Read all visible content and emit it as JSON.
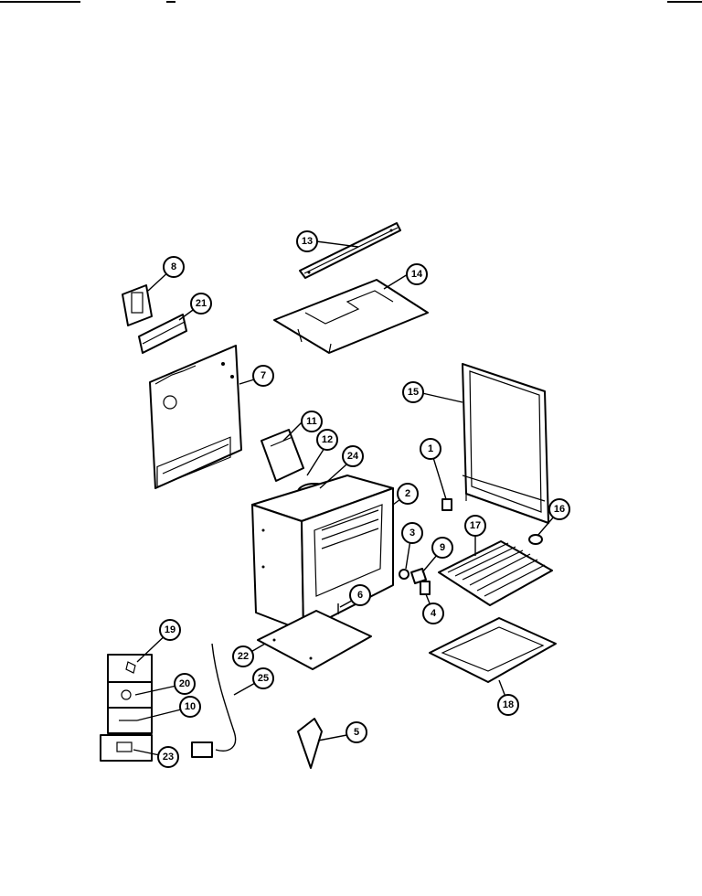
{
  "callouts": [
    {
      "id": "callout-13",
      "label": "13"
    },
    {
      "id": "callout-14",
      "label": "14"
    },
    {
      "id": "callout-8",
      "label": "8"
    },
    {
      "id": "callout-21",
      "label": "21"
    },
    {
      "id": "callout-7",
      "label": "7"
    },
    {
      "id": "callout-15",
      "label": "15"
    },
    {
      "id": "callout-11",
      "label": "11"
    },
    {
      "id": "callout-12",
      "label": "12"
    },
    {
      "id": "callout-24",
      "label": "24"
    },
    {
      "id": "callout-1",
      "label": "1"
    },
    {
      "id": "callout-2",
      "label": "2"
    },
    {
      "id": "callout-16",
      "label": "16"
    },
    {
      "id": "callout-3",
      "label": "3"
    },
    {
      "id": "callout-9",
      "label": "9"
    },
    {
      "id": "callout-17",
      "label": "17"
    },
    {
      "id": "callout-6",
      "label": "6"
    },
    {
      "id": "callout-4",
      "label": "4"
    },
    {
      "id": "callout-19",
      "label": "19"
    },
    {
      "id": "callout-20",
      "label": "20"
    },
    {
      "id": "callout-10",
      "label": "10"
    },
    {
      "id": "callout-22",
      "label": "22"
    },
    {
      "id": "callout-25",
      "label": "25"
    },
    {
      "id": "callout-18",
      "label": "18"
    },
    {
      "id": "callout-5",
      "label": "5"
    },
    {
      "id": "callout-23",
      "label": "23"
    }
  ]
}
